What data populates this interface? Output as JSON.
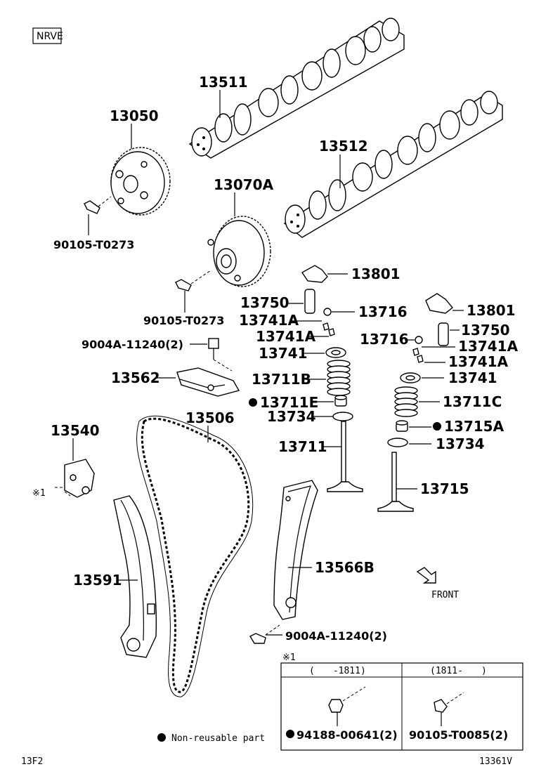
{
  "engine_code": "NRVE",
  "parts": {
    "p13511": "13511",
    "p13050": "13050",
    "p13512": "13512",
    "p13070a": "13070A",
    "bolt_a": "90105-T0273",
    "bolt_b": "90105-T0273",
    "p13801_a": "13801",
    "p13750_a": "13750",
    "p13716_a": "13716",
    "p13741a_1": "13741A",
    "p13741a_2": "13741A",
    "p13741_a": "13741",
    "bolt_9004a_top": "9004A-11240(2)",
    "p13562": "13562",
    "p13711b": "13711B",
    "p13711e": "13711E",
    "p13734_a": "13734",
    "p13506": "13506",
    "p13540": "13540",
    "p13711": "13711",
    "p13801_b": "13801",
    "p13750_b": "13750",
    "p13716_b": "13716",
    "p13741a_3": "13741A",
    "p13741a_4": "13741A",
    "p13741_b": "13741",
    "p13711c": "13711C",
    "p13715a": "13715A",
    "p13734_b": "13734",
    "p13715": "13715",
    "p13566b": "13566B",
    "p13591": "13591",
    "bolt_9004a_bottom": "9004A-11240(2)"
  },
  "note_marker": "※1",
  "front_label": "FRONT",
  "inset": {
    "marker": "※1",
    "col1_header": "(　　-1811)",
    "col2_header": "(1811-　　)",
    "col1_part": "94188-00641(2)",
    "col2_part": "90105-T0085(2)"
  },
  "legend_text": "Non-reusable part",
  "footer_left": "13F2",
  "footer_right": "13361V"
}
